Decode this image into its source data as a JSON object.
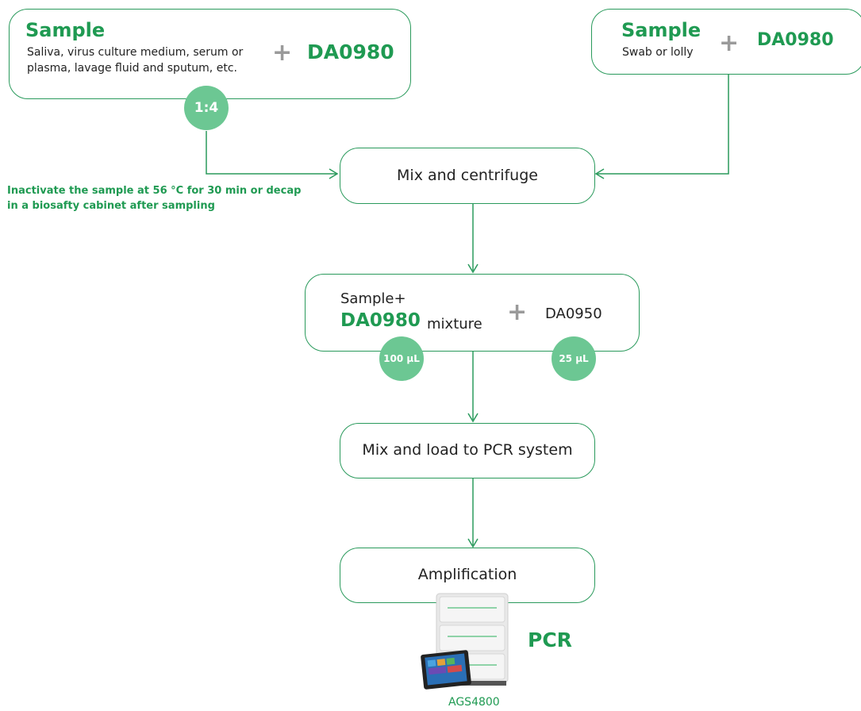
{
  "box_left": {
    "title": "Sample",
    "desc_line1": "Saliva, virus culture medium, serum or",
    "desc_line2": "plasma, lavage fluid and sputum, etc.",
    "reagent": "DA0980",
    "ratio": "1:4"
  },
  "box_right": {
    "title": "Sample",
    "desc": "Swab or lolly",
    "reagent": "DA0980"
  },
  "note": {
    "line1": "Inactivate the sample at 56 °C for 30 min or decap",
    "line2": "in a biosafty cabinet after sampling"
  },
  "step_mix": "Mix and centrifuge",
  "step_mixture": {
    "line1": "Sample+",
    "reagent": "DA0980",
    "suffix": "mixture",
    "additive": "DA0950",
    "volume_left": "100 μL",
    "volume_right": "25 μL"
  },
  "step_load": "Mix and load to PCR system",
  "step_amplify": "Amplification",
  "instrument": {
    "label": "PCR",
    "model": "AGS4800"
  },
  "colors": {
    "accent_green": "#1f9a52",
    "line_green": "#2a9a5c",
    "badge_green": "#6cc793",
    "plus_gray": "#9a9a9a"
  }
}
